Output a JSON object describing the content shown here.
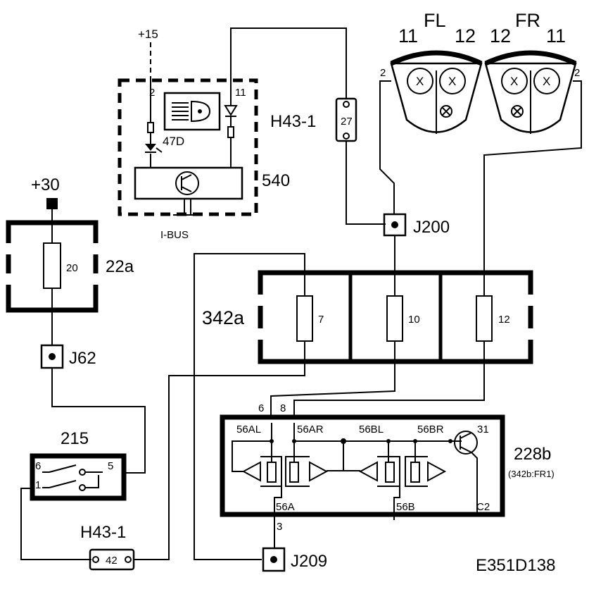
{
  "diagram_id": "E351D138",
  "supply": {
    "plus15": "+15",
    "plus30": "+30"
  },
  "lamps": {
    "fl": "FL",
    "fr": "FR",
    "pin11": "11",
    "pin12": "12",
    "pin2": "2"
  },
  "module540": {
    "label": "540",
    "pin2": "2",
    "pin11": "11",
    "indicator": "47D",
    "bus": "I-BUS"
  },
  "connector_h43_1": {
    "label": "H43-1",
    "pin_top": "27",
    "pin_bottom": "42"
  },
  "junctions": {
    "j200": "J200",
    "j62": "J62",
    "j209": "J209"
  },
  "fusebox22a": {
    "label": "22a",
    "fuse": "20"
  },
  "fusebox342a": {
    "label": "342a",
    "fuse1": "7",
    "fuse2": "10",
    "fuse3": "12"
  },
  "switch215": {
    "label": "215",
    "pin6": "6",
    "pin5": "5",
    "pin1": "1"
  },
  "module228b": {
    "label": "228b",
    "sublabel": "(342b:FR1)",
    "pin6": "6",
    "pin8": "8",
    "pin3": "3",
    "pin31": "31",
    "pinC2": "C2",
    "out56AL": "56AL",
    "out56AR": "56AR",
    "out56BL": "56BL",
    "out56BR": "56BR",
    "out56A": "56A",
    "out56B": "56B"
  }
}
